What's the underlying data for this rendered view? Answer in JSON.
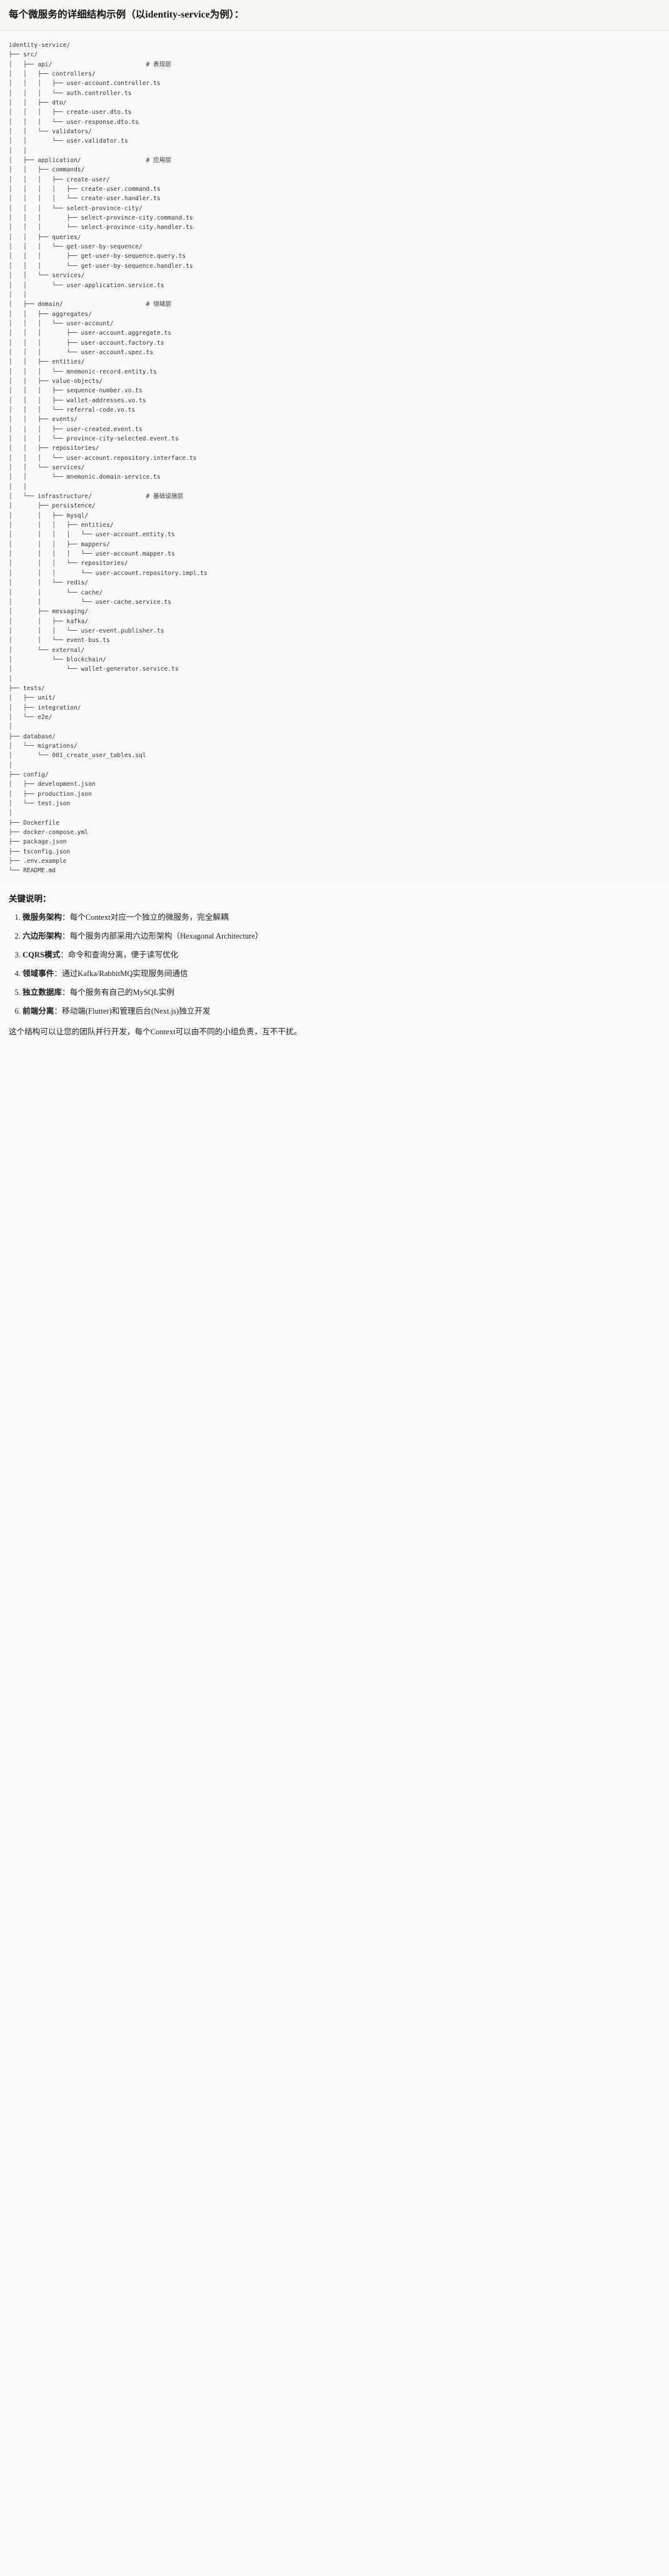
{
  "header": {
    "title": "每个微服务的详细结构示例（以identity-service为例）："
  },
  "tree": {
    "root_label": "identity-service/",
    "comments": {
      "api": "# 表现层",
      "application": "# 应用层",
      "domain": "# 领域层",
      "infrastructure": "# 基础设施层"
    },
    "text": "identity-service/\n├── src/\n│   ├── api/                          # 表现层\n│   │   ├── controllers/\n│   │   │   ├── user-account.controller.ts\n│   │   │   └── auth.controller.ts\n│   │   ├── dto/\n│   │   │   ├── create-user.dto.ts\n│   │   │   └── user-response.dto.ts\n│   │   └── validators/\n│   │       └── user.validator.ts\n│   │\n│   ├── application/                  # 应用层\n│   │   ├── commands/\n│   │   │   ├── create-user/\n│   │   │   │   ├── create-user.command.ts\n│   │   │   │   └── create-user.handler.ts\n│   │   │   └── select-province-city/\n│   │   │       ├── select-province-city.command.ts\n│   │   │       └── select-province-city.handler.ts\n│   │   ├── queries/\n│   │   │   └── get-user-by-sequence/\n│   │   │       ├── get-user-by-sequence.query.ts\n│   │   │       └── get-user-by-sequence.handler.ts\n│   │   └── services/\n│   │       └── user-application.service.ts\n│   │\n│   ├── domain/                       # 领域层\n│   │   ├── aggregates/\n│   │   │   └── user-account/\n│   │   │       ├── user-account.aggregate.ts\n│   │   │       ├── user-account.factory.ts\n│   │   │       └── user-account.spec.ts\n│   │   ├── entities/\n│   │   │   └── mnemonic-record.entity.ts\n│   │   ├── value-objects/\n│   │   │   ├── sequence-number.vo.ts\n│   │   │   ├── wallet-addresses.vo.ts\n│   │   │   └── referral-code.vo.ts\n│   │   ├── events/\n│   │   │   ├── user-created.event.ts\n│   │   │   └── province-city-selected.event.ts\n│   │   ├── repositories/\n│   │   │   └── user-account.repository.interface.ts\n│   │   └── services/\n│   │       └── mnemonic.domain-service.ts\n│   │\n│   └── infrastructure/               # 基础设施层\n│       ├── persistence/\n│       │   ├── mysql/\n│       │   │   ├── entities/\n│       │   │   │   └── user-account.entity.ts\n│       │   │   ├── mappers/\n│       │   │   │   └── user-account.mapper.ts\n│       │   │   └── repositories/\n│       │   │       └── user-account.repository.impl.ts\n│       │   └── redis/\n│       │       └── cache/\n│       │           └── user-cache.service.ts\n│       ├── messaging/\n│       │   ├── kafka/\n│       │   │   └── user-event.publisher.ts\n│       │   └── event-bus.ts\n│       └── external/\n│           └── blockchain/\n│               └── wallet-generator.service.ts\n│\n├── tests/\n│   ├── unit/\n│   ├── integration/\n│   └── e2e/\n│\n├── database/\n│   └── migrations/\n│       └── 001_create_user_tables.sql\n│\n├── config/\n│   ├── development.json\n│   ├── production.json\n│   └── test.json\n│\n├── Dockerfile\n├── docker-compose.yml\n├── package.json\n├── tsconfig.json\n├── .env.example\n└── README.md"
  },
  "notes": {
    "title": "关键说明：",
    "items": [
      {
        "term": "微服务架构",
        "sep": "：",
        "desc": "每个Context对应一个独立的微服务，完全解耦"
      },
      {
        "term": "六边形架构",
        "sep": "：",
        "desc": "每个服务内部采用六边形架构（Hexagonal Architecture）"
      },
      {
        "term": "CQRS模式",
        "sep": "：",
        "desc": "命令和查询分离，便于读写优化"
      },
      {
        "term": "领域事件",
        "sep": "：",
        "desc": "通过Kafka/RabbitMQ实现服务间通信"
      },
      {
        "term": "独立数据库",
        "sep": "：",
        "desc": "每个服务有自己的MySQL实例"
      },
      {
        "term": "前端分离",
        "sep": "：",
        "desc": "移动端(Flutter)和管理后台(Next.js)独立开发"
      }
    ],
    "closing": "这个结构可以让您的团队并行开发，每个Context可以由不同的小组负责，互不干扰。"
  }
}
